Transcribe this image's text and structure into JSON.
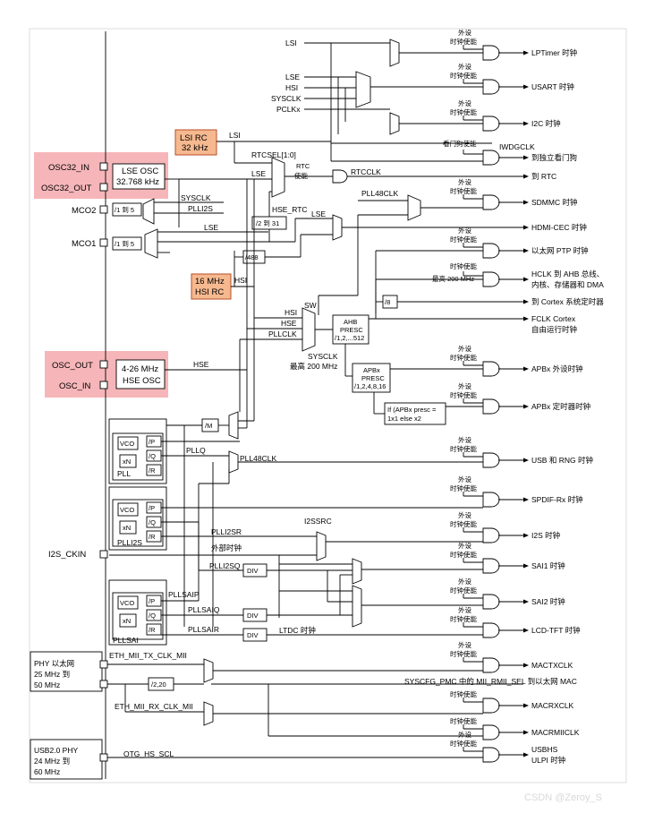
{
  "outputs": {
    "lptimer": "LPTimer 时钟",
    "usart": "USART 时钟",
    "i2c": "I2C 时钟",
    "iwdg": "到独立看门狗",
    "rtc": "到 RTC",
    "sdmmc": "SDMMC 时钟",
    "hdmi": "HDMI-CEC 时钟",
    "ptp": "以太网 PTP 时钟",
    "hclk1": "HCLK 到 AHB 总线、",
    "hclk2": "内核、存储器和 DMA",
    "cortex_timer": "到 Cortex 系统定时器",
    "fclk1": "FCLK Cortex",
    "fclk2": "自由运行时钟",
    "apbx_periph": "APBx 外设时钟",
    "apbx_timer": "APBx 定时器时钟",
    "usb_rng": "USB 和 RNG 时钟",
    "spdif": "SPDIF-Rx 时钟",
    "i2s": "I2S 时钟",
    "sai1": "SAI1 时钟",
    "sai2": "SAI2 时钟",
    "lcd": "LCD-TFT 时钟",
    "mactx": "MACTXCLK",
    "mii_sel": "SYSCFG_PMC 中的 MII_RMII_SEL 到以太网 MAC",
    "macrx": "MACRXCLK",
    "macrmii": "MACRMIICLK",
    "usbhs1": "USBHS",
    "usbhs2": "ULPI 时钟"
  },
  "enable": {
    "ext1": "外设",
    "ext2": "时钟使能",
    "clk_en": "时钟使能",
    "wdg_en": "看门狗使能",
    "rtc1": "RTC",
    "rtc2": "使能",
    "max200": "最高 200 MHz"
  },
  "sources": {
    "lsi": "LSI",
    "lse": "LSE",
    "hsi": "HSI",
    "sysclk": "SYSCLK",
    "pclkx": "PCLKx",
    "iwdgclk": "IWDGCLK",
    "rtcclk": "RTCCLK",
    "rtcsel": "RTCSEL[1:0]",
    "hse_rtc": "HSE_RTC",
    "div2_31": "/2 到 31",
    "pll48clk": "PLL48CLK",
    "hse": "HSE",
    "plli2s": "PLLI2S",
    "div488": "/488",
    "sw": "SW",
    "pllclk": "PLLCLK",
    "sysclk_max1": "SYSCLK",
    "sysclk_max2": "最高 200 MHz",
    "div8": "/8",
    "ahb1": "AHB",
    "ahb2": "PRESC",
    "ahb3": "/1,2,...512",
    "apb1": "APBx",
    "apb2": "PRESC",
    "apb3": "/1,2,4,8,16",
    "ifapb1": "If (APBx presc =",
    "ifapb2": "1x1 else x2",
    "divm": "/M",
    "pllq": "PLLQ",
    "pll": "PLL",
    "plli2s_lbl": "PLLI2S",
    "pllsai": "PLLSAI",
    "vco": "VCO",
    "xn": "xN",
    "p": "/P",
    "q": "/Q",
    "r": "/R",
    "plli2sr": "PLLI2SR",
    "i2ssrc": "I2SSRC",
    "ext_clk": "外部时钟",
    "plli2sq": "PLLI2SQ",
    "div": "DIV",
    "pllsaip": "PLLSAIP",
    "pllsaiq": "PLLSAIQ",
    "pllsair": "PLLSAIR",
    "ltdc": "LTDC 时钟",
    "i2s_ckin": "I2S_CKIN",
    "eth_tx": "ETH_MII_TX_CLK_MII",
    "eth_rx": "ETH_MII_RX_CLK_MII",
    "div2_20": "/2,20",
    "otg": "OTG_HS_SCL"
  },
  "oscillators": {
    "lsi_rc1": "LSI RC",
    "lsi_rc2": "32 kHz",
    "lse_osc1": "LSE OSC",
    "lse_osc2": "32.768 kHz",
    "hsi_rc1": "16 MHz",
    "hsi_rc2": "HSI RC",
    "hse_osc1": "4-26 MHz",
    "hse_osc2": "HSE OSC",
    "osc32_in": "OSC32_IN",
    "osc32_out": "OSC32_OUT",
    "osc_out": "OSC_OUT",
    "osc_in": "OSC_IN",
    "mco2": "MCO2",
    "mco1": "MCO1",
    "div1_5": "/1 到 5"
  },
  "phy": {
    "eth1": "PHY 以太网",
    "eth2": "25 MHz 到",
    "eth3": "50 MHz",
    "usb1": "USB2.0 PHY",
    "usb2": "24 MHz 到",
    "usb3": "60 MHz"
  },
  "watermark": "CSDN @Zeroy_S"
}
